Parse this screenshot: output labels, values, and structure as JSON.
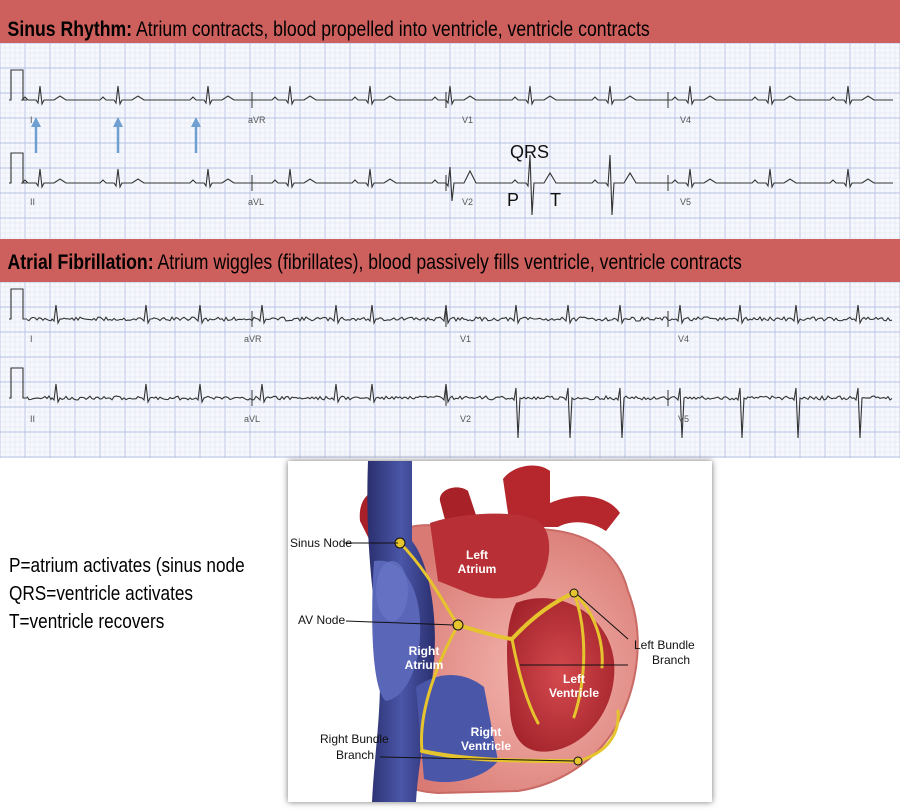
{
  "sinus_banner": {
    "bold": "Sinus Rhythm:",
    "text": " Atrium contracts, blood propelled into ventricle, ventricle contracts"
  },
  "afib_banner": {
    "bold": "Atrial Fibrillation:",
    "text": " Atrium wiggles (fibrillates), blood passively fills ventricle, ventricle contracts"
  },
  "ecg_sinus": {
    "leads_top": [
      "I",
      "aVR",
      "V1",
      "V4"
    ],
    "leads_bottom": [
      "II",
      "aVL",
      "V2",
      "V5"
    ],
    "wave_labels": {
      "qrs": "QRS",
      "p": "P",
      "t": "T"
    }
  },
  "ecg_afib": {
    "leads_top": [
      "I",
      "aVR",
      "V1",
      "V4"
    ],
    "leads_bottom": [
      "II",
      "aVL",
      "V2",
      "V5"
    ]
  },
  "legend": {
    "p": "P=atrium activates (sinus node",
    "qrs": "QRS=ventricle activates",
    "t": "T=ventricle recovers"
  },
  "heart": {
    "sinus_node": "Sinus Node",
    "av_node": "AV Node",
    "left_atrium": [
      "Left",
      "Atrium"
    ],
    "right_atrium": [
      "Right",
      "Atrium"
    ],
    "left_ventricle": [
      "Left",
      "Ventricle"
    ],
    "right_ventricle": [
      "Right",
      "Ventricle"
    ],
    "left_bundle": [
      "Left Bundle",
      "Branch"
    ],
    "right_bundle": [
      "Right Bundle",
      "Branch"
    ]
  },
  "colors": {
    "banner": "#cd5f5c",
    "grid_minor": "#dde3f2",
    "grid_major": "#b7c2e2",
    "trace": "#333333",
    "arrow": "#6f9fd0",
    "conduction": "#e6c42e"
  }
}
